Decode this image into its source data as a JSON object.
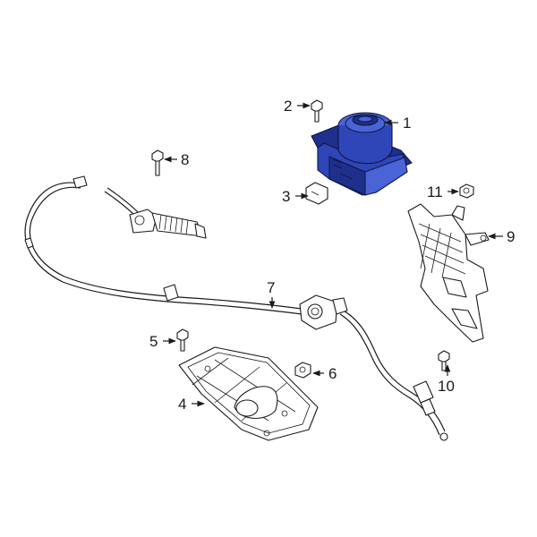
{
  "diagram": {
    "accent_color": "#2f46b8",
    "callouts": [
      {
        "id": "1",
        "label": "1"
      },
      {
        "id": "2",
        "label": "2"
      },
      {
        "id": "3",
        "label": "3"
      },
      {
        "id": "4",
        "label": "4"
      },
      {
        "id": "5",
        "label": "5"
      },
      {
        "id": "6",
        "label": "6"
      },
      {
        "id": "7",
        "label": "7"
      },
      {
        "id": "8",
        "label": "8"
      },
      {
        "id": "9",
        "label": "9"
      },
      {
        "id": "10",
        "label": "10"
      },
      {
        "id": "11",
        "label": "11"
      }
    ]
  }
}
